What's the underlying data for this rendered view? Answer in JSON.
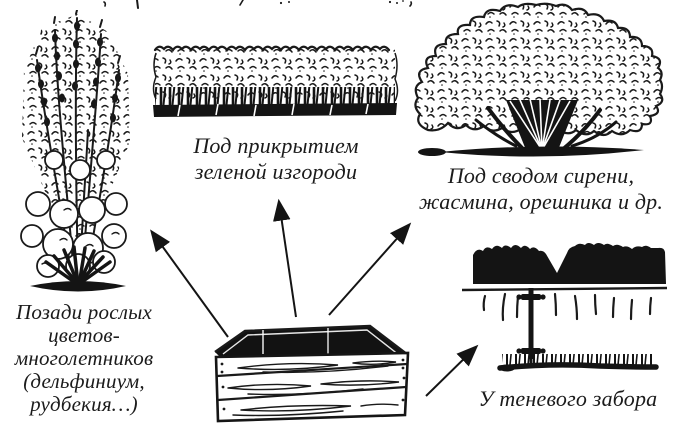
{
  "page": {
    "background_color": "#ffffff",
    "ink_color": "#1a1a1a",
    "kind": "book-illustration"
  },
  "captions": {
    "flowers": "Позади рослых\nцветов-\nмноголетников\n(дельфиниум,\nрудбекия…)",
    "hedge": "Под прикрытием\nзеленой изгороди",
    "shrub": "Под сводом сирени,\nжасмина, орешника и др.",
    "fence": "У теневого забора"
  },
  "illustrations": [
    {
      "id": "flowers",
      "name": "tall-perennial-flowers-drawing"
    },
    {
      "id": "hedge",
      "name": "green-hedge-drawing"
    },
    {
      "id": "shrub",
      "name": "lilac-shrub-drawing"
    },
    {
      "id": "fence",
      "name": "shady-fence-drawing"
    },
    {
      "id": "box",
      "name": "wooden-seedling-box-drawing"
    }
  ],
  "arrows": [
    {
      "from": "box",
      "to": "flowers"
    },
    {
      "from": "box",
      "to": "hedge"
    },
    {
      "from": "box",
      "to": "shrub"
    },
    {
      "from": "box",
      "to": "fence"
    }
  ]
}
